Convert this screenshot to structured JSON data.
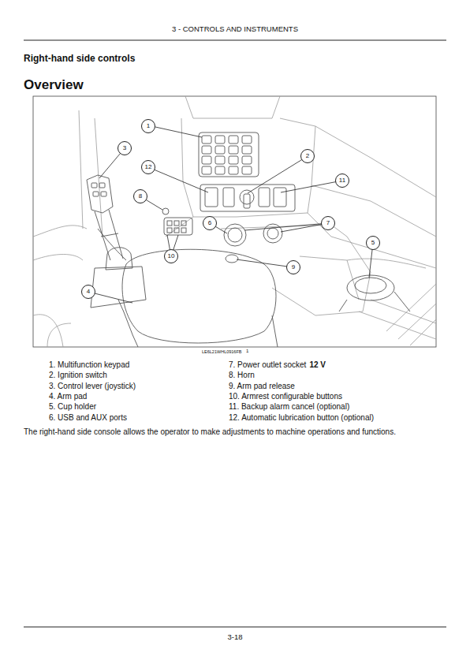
{
  "diagram": {
    "title": "Right-hand side controls",
    "nodes": [
      {
        "text": [
          "1"
        ]
      },
      {
        "text": [
          "2"
        ]
      },
      {
        "text": [
          "3"
        ]
      },
      {
        "text": [
          "4"
        ]
      },
      {
        "text": [
          "5"
        ]
      },
      {
        "text": [
          "6"
        ]
      },
      {
        "text": [
          "7"
        ]
      },
      {
        "text": [
          "8"
        ]
      },
      {
        "text": [
          "9"
        ]
      },
      {
        "text": [
          "10"
        ]
      },
      {
        "text": [
          "11"
        ]
      },
      {
        "text": [
          "12"
        ]
      }
    ],
    "labels": [
      "3 - CONTROLS AND INSTRUMENTS",
      "Overview",
      "LE6L21WHL0916FB",
      "1",
      "1. Multifunction keypad",
      "2. Ignition switch",
      "3. Control lever (joystick)",
      "4. Arm pad",
      "5. Cup holder",
      "6. USB and AUX ports",
      "7. Power outlet socket",
      "12 V",
      "8. Horn",
      "9. Arm pad release",
      "10. Armrest configurable buttons",
      "11. Backup alarm cancel (optional)",
      "12. Automatic lubrication button (optional)",
      "The right-hand side console allows the operator to make adjustments to machine operations and functions.",
      "3-18"
    ]
  }
}
